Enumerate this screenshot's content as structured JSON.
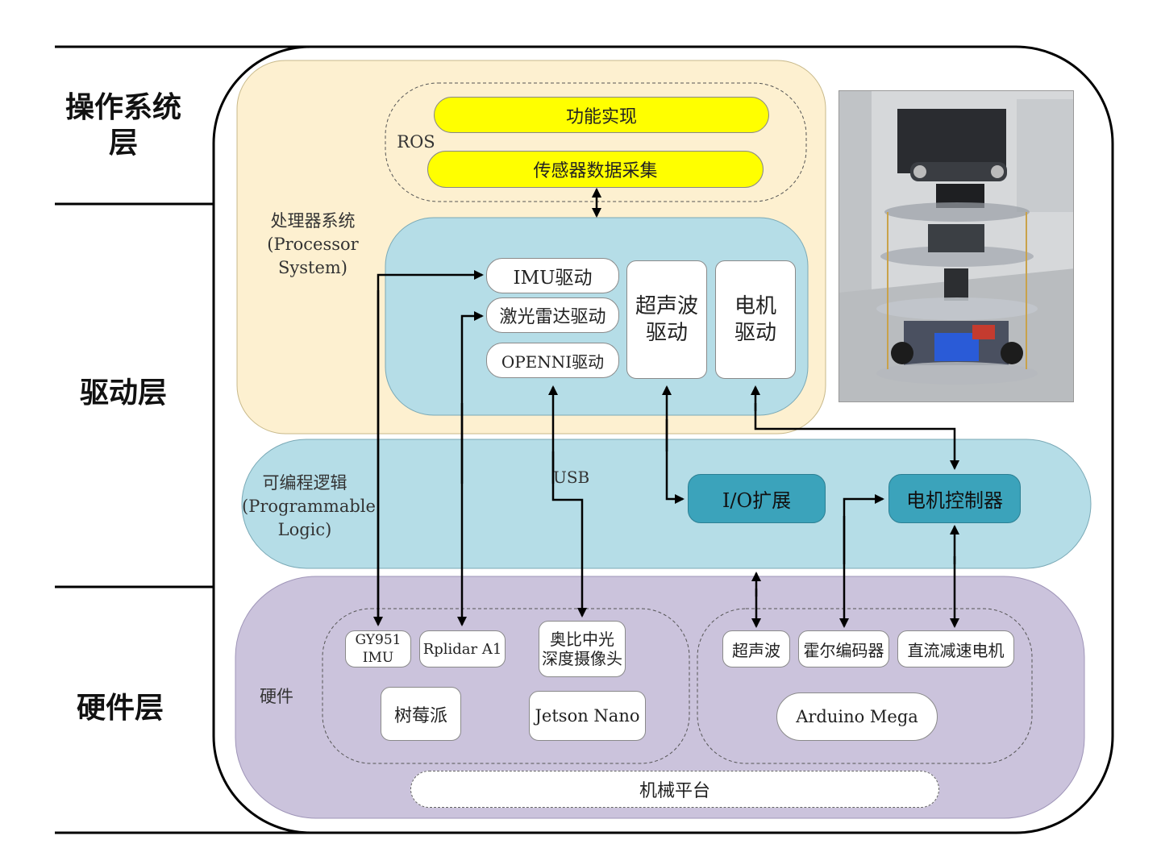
{
  "layers": {
    "os": "操作系统\n层",
    "driver": "驱动层",
    "hardware": "硬件层"
  },
  "processor": {
    "title": "处理器系统\n(Processor\nSystem)",
    "ros_label": "ROS",
    "function_bar": "功能实现",
    "sensor_bar": "传感器数据采集",
    "imu_driver": "IMU驱动",
    "lidar_driver": "激光雷达驱动",
    "openni_driver": "OPENNI驱动",
    "ultrasonic_driver": "超声波\n驱动",
    "motor_driver": "电机\n驱动"
  },
  "logic": {
    "title": "可编程逻辑\n(Programmable\nLogic)",
    "io_expand": "I/O扩展",
    "motor_controller": "电机控制器",
    "usb_label": "USB"
  },
  "hardware": {
    "title": "硬件",
    "imu": "GY951\nIMU",
    "rplidar": "Rplidar A1",
    "camera": "奥比中光\n深度摄像头",
    "raspberry": "树莓派",
    "jetson": "Jetson Nano",
    "ultrasonic": "超声波",
    "hall_encoder": "霍尔编码器",
    "dc_motor": "直流减速电机",
    "arduino": "Arduino Mega",
    "platform": "机械平台"
  },
  "colors": {
    "processor_bg": "#fdf0d0",
    "driver_bg": "#b5dde7",
    "hardware_bg": "#cbc3dc",
    "yellow": "#ffff00",
    "teal": "#3ba3bb"
  }
}
